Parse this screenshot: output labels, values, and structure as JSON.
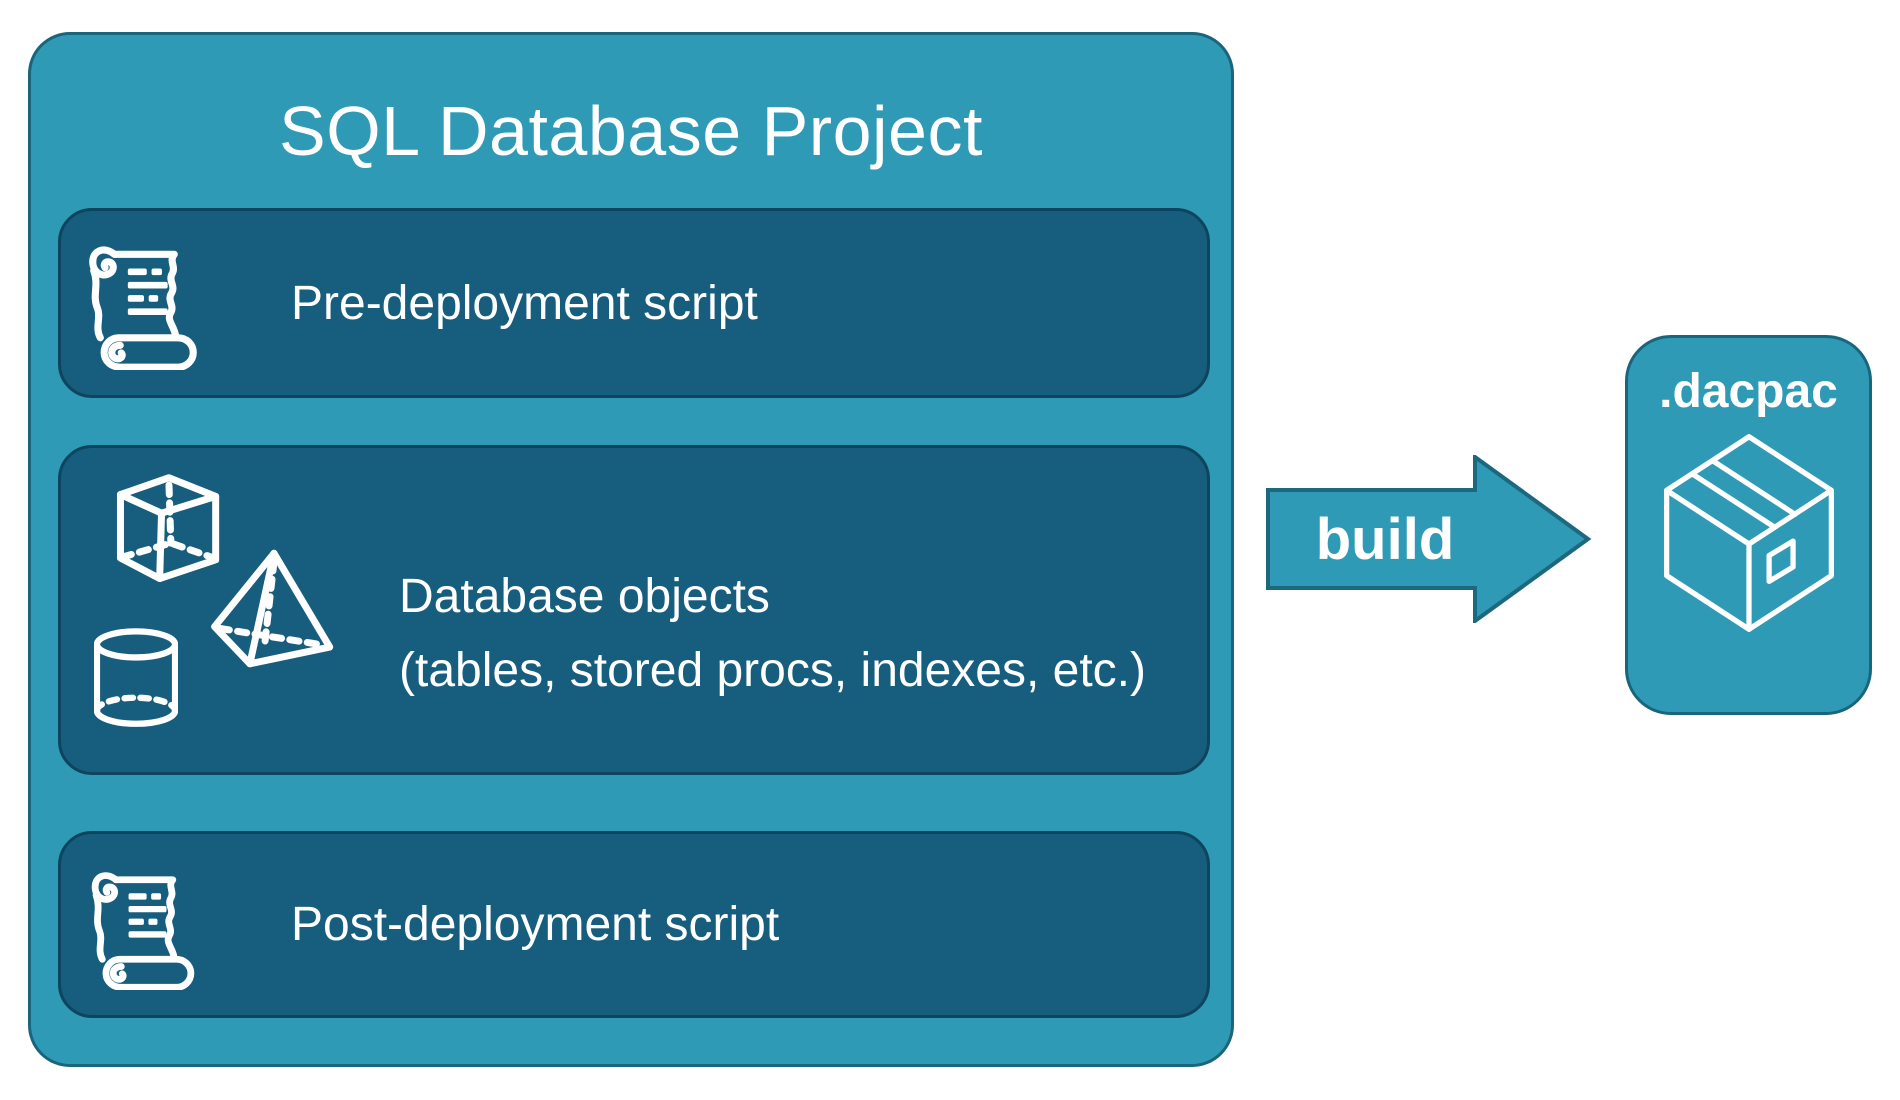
{
  "colors": {
    "teal": "#2F9AB5",
    "teal_border": "#19657C",
    "panel_blue": "#175D7E",
    "panel_border": "#0D455E",
    "text_white": "#FFFFFF"
  },
  "project": {
    "title": "SQL Database Project",
    "items": [
      {
        "label": "Pre-deployment script",
        "icon": "scroll-icon"
      },
      {
        "label": "Database objects",
        "sublabel": "(tables, stored procs, indexes, etc.)",
        "icons": [
          "cube-icon",
          "pyramid-icon",
          "cylinder-icon"
        ]
      },
      {
        "label": "Post-deployment script",
        "icon": "scroll-icon"
      }
    ]
  },
  "arrow": {
    "label": "build"
  },
  "output": {
    "label": ".dacpac",
    "icon": "package-icon"
  }
}
